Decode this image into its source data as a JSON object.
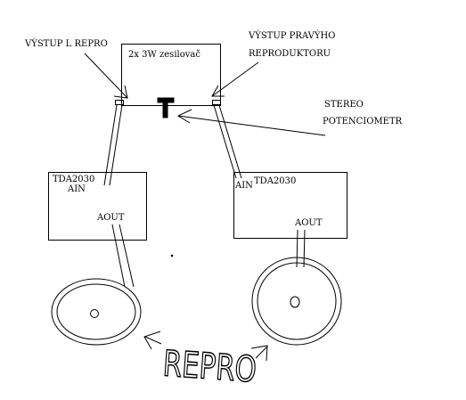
{
  "labels": {
    "amp_title": "2x 3W zesilovač",
    "left_out": "VÝSTUP L REPRO",
    "right_out_line1": "VÝSTUP PRAVÝHO",
    "right_out_line2": "REPRODUKTORU",
    "pot_line1": "STEREO",
    "pot_line2": "POTENCIOMETR",
    "left_chip": "TDA2030",
    "left_ain": "AIN",
    "left_aout": "AOUT",
    "right_chip": "TDA2030",
    "right_ain": "AIN",
    "right_aout": "AOUT",
    "speaker_caption": "REPRO"
  },
  "colors": {
    "ink": "#000000",
    "background": "#ffffff"
  }
}
